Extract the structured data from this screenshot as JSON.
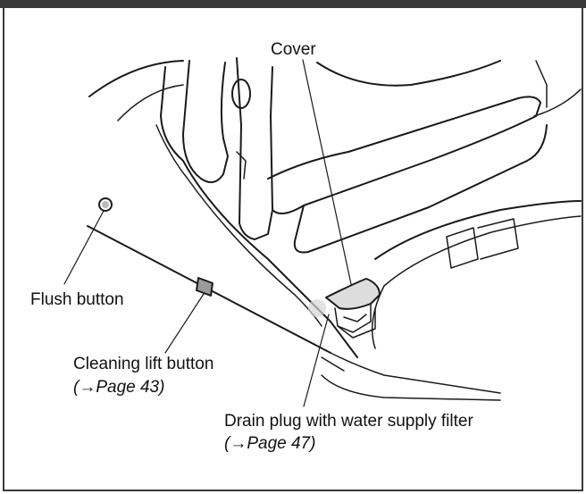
{
  "labels": {
    "cover": "Cover",
    "flush_button": "Flush button",
    "cleaning_lift_button": "Cleaning lift button",
    "cleaning_lift_ref": "(→Page 43)",
    "drain_plug": "Drain plug with water supply filter",
    "drain_plug_ref": "(→Page 47)"
  },
  "colors": {
    "frame": "#3a3a3a",
    "line": "#1a1a1a",
    "text": "#111111"
  }
}
